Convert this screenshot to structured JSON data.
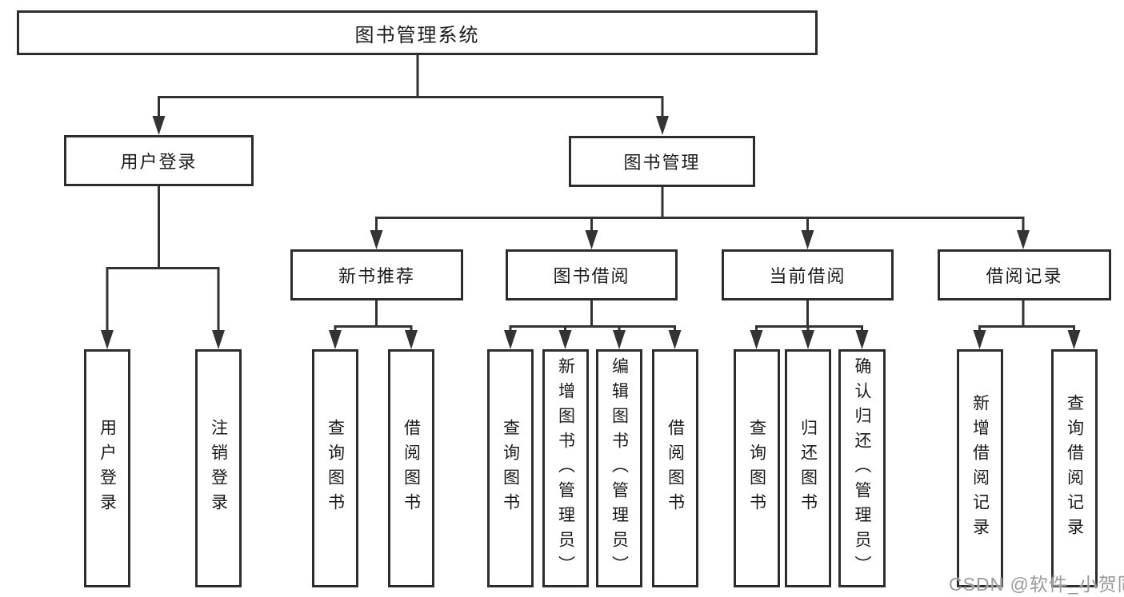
{
  "diagram": {
    "root": "图书管理系统",
    "branches": [
      {
        "label": "用户登录",
        "children": [
          "用户登录",
          "注销登录"
        ]
      },
      {
        "label": "图书管理",
        "sections": [
          {
            "label": "新书推荐",
            "children": [
              "查询图书",
              "借阅图书"
            ]
          },
          {
            "label": "图书借阅",
            "children": [
              "查询图书",
              "新增图书（管理员）",
              "编辑图书（管理员）",
              "借阅图书"
            ]
          },
          {
            "label": "当前借阅",
            "children": [
              "查询图书",
              "归还图书",
              "确认归还（管理员）"
            ]
          },
          {
            "label": "借阅记录",
            "children": [
              "新增借阅记录",
              "查询借阅记录"
            ]
          }
        ]
      }
    ]
  },
  "watermark": "CSDN @软件_小贺同学",
  "colors": {
    "line": "#333333",
    "box_border": "#2d2d2d",
    "text": "#1b1b1b",
    "watermark_text": "#9a9a9a",
    "background": "#ffffff"
  }
}
